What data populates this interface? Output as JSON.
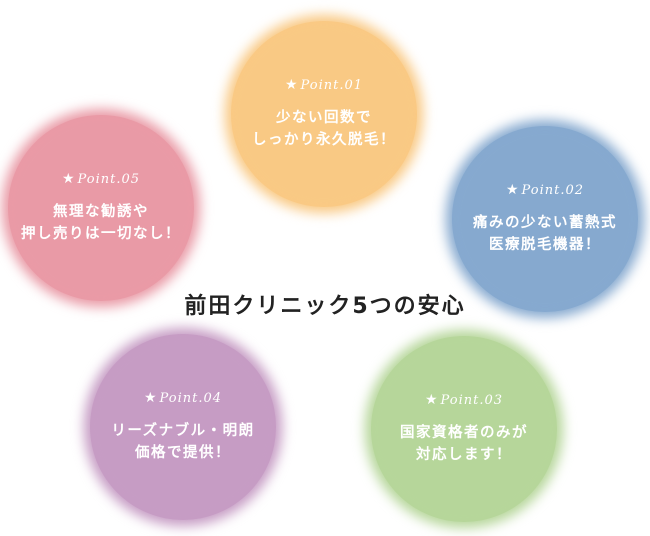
{
  "headline": "前田クリニック5つの安心",
  "star_glyph": "★",
  "colors": {
    "point01": "#f9c984",
    "point02": "#86a9cf",
    "point03": "#b6d69a",
    "point04": "#c69cc4",
    "point05": "#e99aa6"
  },
  "points": [
    {
      "label": "Point.01",
      "lines": [
        "少ない回数で",
        "しっかり永久脱毛！"
      ]
    },
    {
      "label": "Point.02",
      "lines": [
        "痛みの少ない蓄熱式",
        "医療脱毛機器！"
      ]
    },
    {
      "label": "Point.03",
      "lines": [
        "国家資格者のみが",
        "対応します！"
      ]
    },
    {
      "label": "Point.04",
      "lines": [
        "リーズナブル・明朗",
        "価格で提供！"
      ]
    },
    {
      "label": "Point.05",
      "lines": [
        "無理な勧誘や",
        "押し売りは一切なし！"
      ]
    }
  ]
}
